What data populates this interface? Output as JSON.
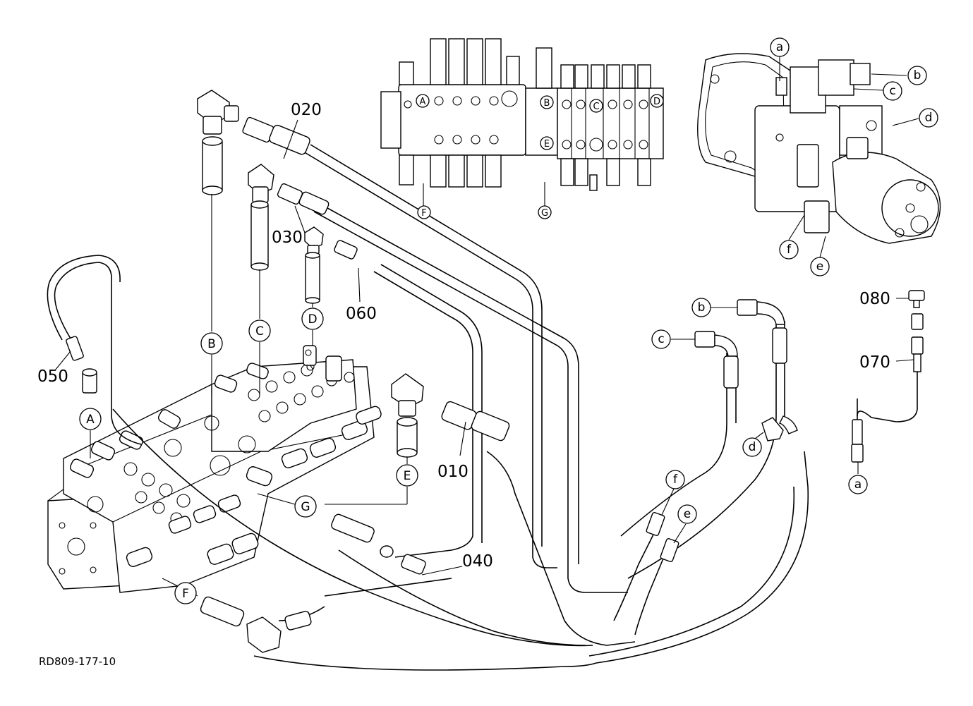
{
  "part_numbers": {
    "p010": "010",
    "p020": "020",
    "p030": "030",
    "p040": "040",
    "p050": "050",
    "p060": "060",
    "p070": "070",
    "p080": "080"
  },
  "valve_ports": {
    "A": "A",
    "B": "B",
    "C": "C",
    "D": "D",
    "E": "E",
    "F": "F",
    "G": "G"
  },
  "pump_ports": {
    "a": "a",
    "b": "b",
    "c": "c",
    "d": "d",
    "e": "e",
    "f": "f"
  },
  "drawing_reference": "RD809-177-10"
}
